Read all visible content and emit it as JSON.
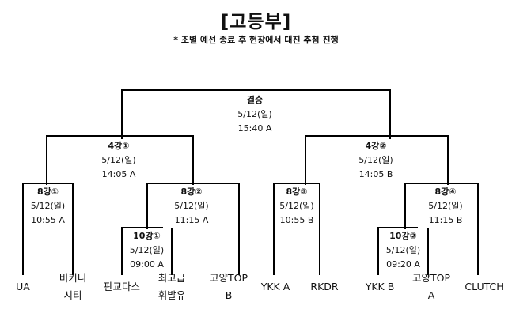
{
  "header": {
    "title": "[고등부]",
    "subtitle": "* 조별 예선 종료 후 현장에서 대진 추첨 진행"
  },
  "matches": {
    "final": {
      "name": "결승",
      "date": "5/12(일)",
      "time": "15:40 A"
    },
    "semi1": {
      "name": "4강①",
      "date": "5/12(일)",
      "time": "14:05 A"
    },
    "semi2": {
      "name": "4강②",
      "date": "5/12(일)",
      "time": "14:05 B"
    },
    "qf1": {
      "name": "8강①",
      "date": "5/12(일)",
      "time": "10:55 A"
    },
    "qf2": {
      "name": "8강②",
      "date": "5/12(일)",
      "time": "11:15 A"
    },
    "qf3": {
      "name": "8강③",
      "date": "5/12(일)",
      "time": "10:55 B"
    },
    "qf4": {
      "name": "8강④",
      "date": "5/12(일)",
      "time": "11:15 B"
    },
    "r10a": {
      "name": "10강①",
      "date": "5/12(일)",
      "time": "09:00 A"
    },
    "r10b": {
      "name": "10강②",
      "date": "5/12(일)",
      "time": "09:20 A"
    }
  },
  "teams": [
    "UA",
    "비키니\n시티",
    "판교다스",
    "최고급\n휘발유",
    "고양TOP\nB",
    "YKK A",
    "RKDR",
    "YKK B",
    "고양TOP\nA",
    "CLUTCH"
  ]
}
